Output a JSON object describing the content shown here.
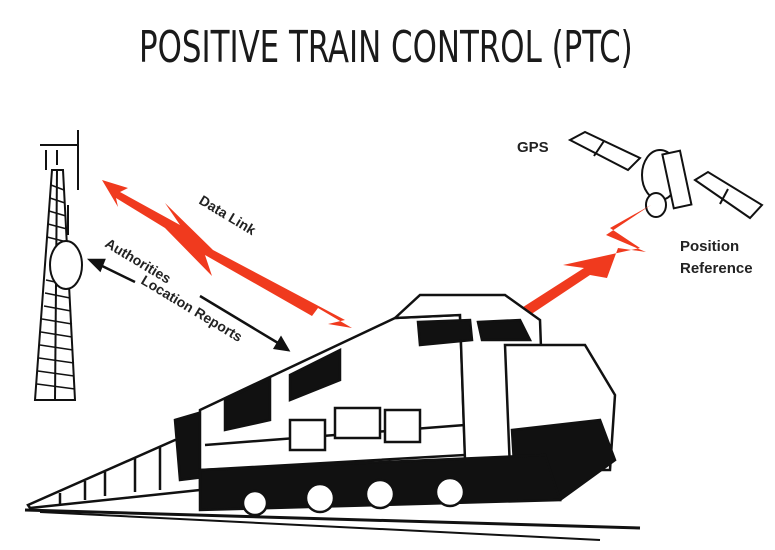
{
  "title": "POSITIVE TRAIN CONTROL (PTC)",
  "labels": {
    "data_link": "Data Link",
    "authorities": "Authorities",
    "location_reports": "Location Reports",
    "gps": "GPS",
    "position": "Position",
    "reference": "Reference"
  },
  "colors": {
    "signal_red": "#f03a1e",
    "ink": "#111111",
    "background": "#ffffff"
  },
  "icons": [
    "radio-tower-icon",
    "gps-satellite-icon",
    "locomotive-icon",
    "lightning-bolt-icon"
  ]
}
